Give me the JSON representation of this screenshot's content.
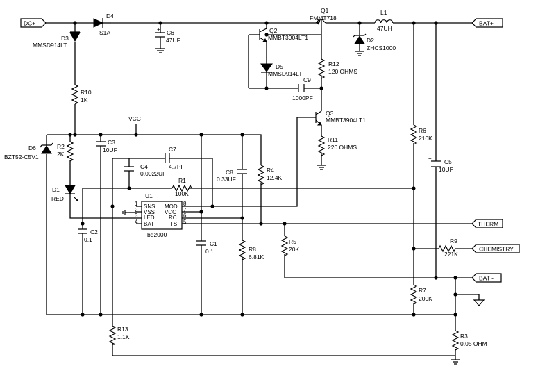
{
  "ports": {
    "dc_plus": "DC+",
    "bat_plus": "BAT+",
    "therm": "THERM",
    "chemistry": "CHEMISTRY",
    "bat_minus": "BAT -",
    "vcc": "VCC"
  },
  "components": {
    "D4": {
      "ref": "D4",
      "value": "S1A"
    },
    "D3": {
      "ref": "D3",
      "value": "MMSD914LT"
    },
    "C6": {
      "ref": "C6",
      "value": "47UF"
    },
    "Q1": {
      "ref": "Q1",
      "value": "FMMT718"
    },
    "L1": {
      "ref": "L1",
      "value": "47UH"
    },
    "Q2": {
      "ref": "Q2",
      "value": "MMBT3904LT1"
    },
    "D2": {
      "ref": "D2",
      "value": "ZHCS1000"
    },
    "D5": {
      "ref": "D5",
      "value": "MMSD914LT"
    },
    "R12": {
      "ref": "R12",
      "value": "120 OHMS"
    },
    "C9": {
      "ref": "C9",
      "value": "1000PF"
    },
    "R10": {
      "ref": "R10",
      "value": "1K"
    },
    "Q3": {
      "ref": "Q3",
      "value": "MMBT3904LT1"
    },
    "R6": {
      "ref": "R6",
      "value": "210K"
    },
    "R11": {
      "ref": "R11",
      "value": "220 OHMS"
    },
    "D6": {
      "ref": "D6",
      "value": "BZT52-C5V1"
    },
    "R2": {
      "ref": "R2",
      "value": "2K"
    },
    "C3": {
      "ref": "C3",
      "value": "10UF"
    },
    "C7": {
      "ref": "C7",
      "value": "4.7PF"
    },
    "C4": {
      "ref": "C4",
      "value": "0.0022UF"
    },
    "C8": {
      "ref": "C8",
      "value": "0.33UF"
    },
    "R4": {
      "ref": "R4",
      "value": "12.4K"
    },
    "C5": {
      "ref": "C5",
      "value": "10UF"
    },
    "D1": {
      "ref": "D1",
      "value": "RED"
    },
    "R1": {
      "ref": "R1",
      "value": "100K"
    },
    "C2": {
      "ref": "C2",
      "value": "0.1"
    },
    "R5": {
      "ref": "R5",
      "value": "20K"
    },
    "C1": {
      "ref": "C1",
      "value": "0.1"
    },
    "R8": {
      "ref": "R8",
      "value": "6.81K"
    },
    "R9": {
      "ref": "R9",
      "value": "221K"
    },
    "R7": {
      "ref": "R7",
      "value": "200K"
    },
    "R13": {
      "ref": "R13",
      "value": "1.1K"
    },
    "R3": {
      "ref": "R3",
      "value": "0.05 OHM"
    }
  },
  "ic": {
    "ref": "U1",
    "part": "bq2000",
    "pins_left": [
      {
        "num": "1",
        "name": "SNS"
      },
      {
        "num": "2",
        "name": "VSS"
      },
      {
        "num": "3",
        "name": "LED"
      },
      {
        "num": "4",
        "name": "BAT"
      }
    ],
    "pins_right": [
      {
        "num": "8",
        "name": "MOD"
      },
      {
        "num": "7",
        "name": "VCC"
      },
      {
        "num": "6",
        "name": "RC"
      },
      {
        "num": "5",
        "name": "TS"
      }
    ]
  }
}
